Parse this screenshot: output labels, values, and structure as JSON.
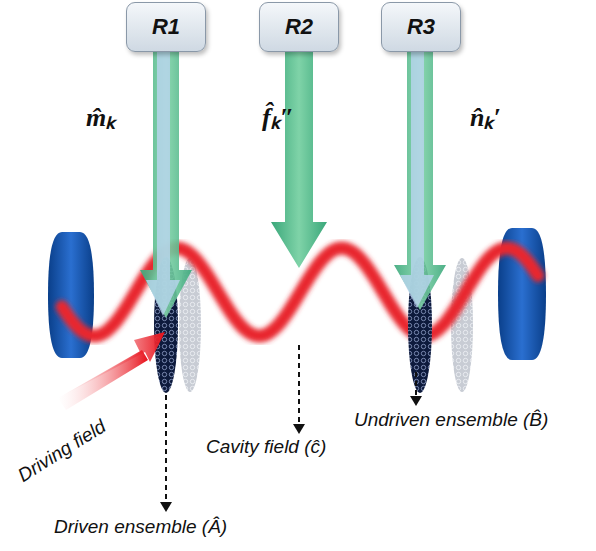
{
  "diagram": {
    "nodes": [
      {
        "text": [
          "R1"
        ]
      },
      {
        "text": [
          "R2"
        ]
      },
      {
        "text": [
          "R3"
        ]
      }
    ],
    "labels": [
      "m̂ₖ",
      "f̂ₖ″",
      "n̂ₖ′",
      "Driving field",
      "Driven ensemble (Â)",
      "Cavity field (ĉ)",
      "Undriven ensemble (B̂)"
    ]
  }
}
